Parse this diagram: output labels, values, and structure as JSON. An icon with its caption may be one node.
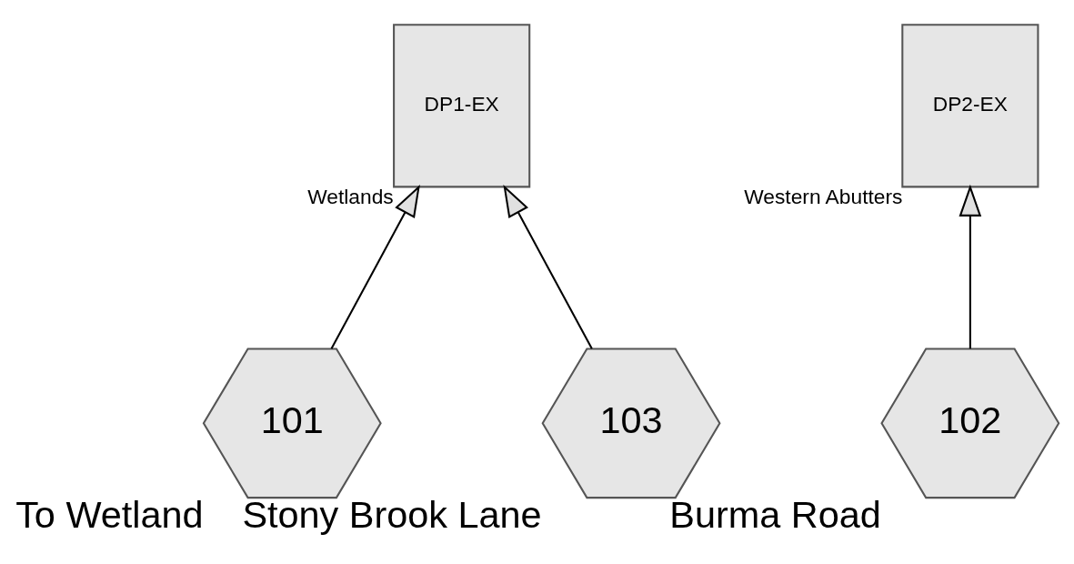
{
  "diagram": {
    "nodes": [
      {
        "text": [
          "DP1-EX"
        ],
        "beside": [
          "Wetlands"
        ]
      },
      {
        "text": [
          "DP2-EX"
        ],
        "beside": [
          "Western Abutters"
        ]
      },
      {
        "text": [
          "101"
        ],
        "beside": [
          "To Wetland"
        ]
      },
      {
        "text": [
          "103"
        ],
        "beside": [
          "Stony Brook Lane"
        ]
      },
      {
        "text": [
          "102"
        ],
        "beside": [
          "Burma Road"
        ]
      }
    ],
    "edges": [
      {
        "from": 2,
        "to": 0,
        "arrow": "to"
      },
      {
        "from": 3,
        "to": 0,
        "arrow": "to"
      },
      {
        "from": 4,
        "to": 1,
        "arrow": "to"
      }
    ]
  }
}
